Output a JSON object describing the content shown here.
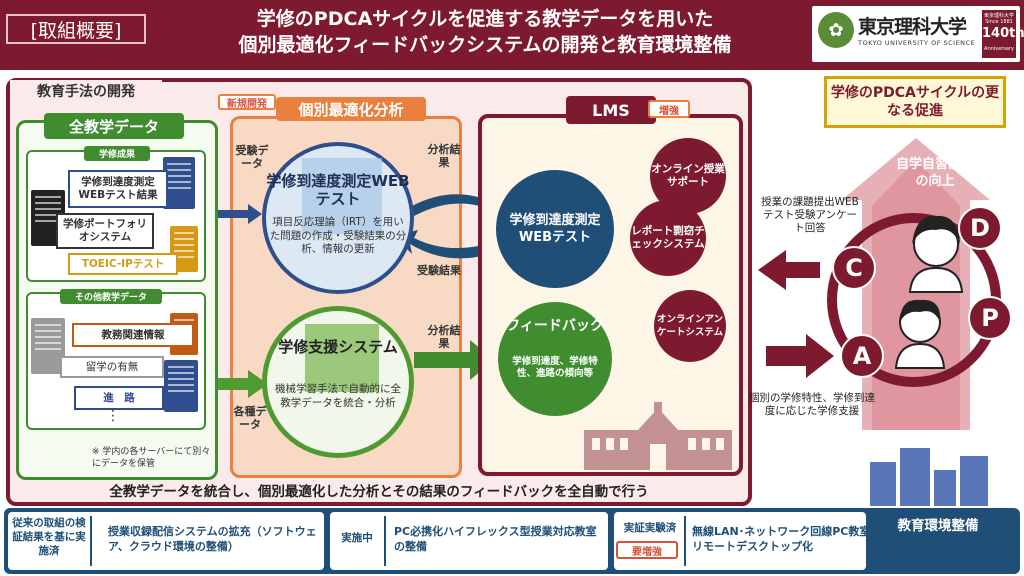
{
  "header": {
    "tag": "[取組概要]",
    "title_line1": "学修のPDCAサイクルを促進する教学データを用いた",
    "title_line2": "個別最適化フィードバックシステムの開発と教育環境整備",
    "logo_name": "東京理科大学",
    "logo_en": "TOKYO UNIVERSITY OF SCIENCE",
    "anniversary_sub": "東京理科大学 Since 1881",
    "anniversary_num": "140th",
    "anniversary_label": "Anniversary"
  },
  "method": {
    "title": "教育手法の開発",
    "all_data": {
      "title": "全教学データ",
      "outcome_label": "学修成果",
      "webtest_results": "学修到達度測定WEBテスト結果",
      "portfolio": "学修ポートフォリオシステム",
      "toeic": "TOEIC-IPテスト",
      "other_label": "その他教学データ",
      "academic_info": "教務関連情報",
      "study_abroad": "留学の有無",
      "career": "進　路",
      "dots": "⋮",
      "server_note": "※ 学内の各サーバーにて別々にデータを保管"
    },
    "analysis": {
      "title": "個別最適化分析",
      "new_badge": "新規開発",
      "webtest_title": "学修到達度測定WEBテスト",
      "webtest_desc": "項目反応理論（IRT）を用いた問題の作成・受験結果の分析、情報の更新",
      "support_title": "学修支援システム",
      "support_desc": "機械学習手法で自動的に全教学データを統合・分析",
      "label_exam_data": "受験データ",
      "label_analysis_result_1": "分析結果",
      "label_exam_result": "受験結果",
      "label_various_data": "各種データ",
      "label_analysis_result_2": "分析結果"
    },
    "lms": {
      "title": "LMS",
      "enhance_badge": "増強",
      "webtest": "学修到達度測定WEBテスト",
      "online_support": "オンライン授業サポート",
      "report": "レポート剽窃チェックシステム",
      "survey": "オンラインアンケートシステム",
      "feedback_title": "フィードバック",
      "feedback_desc": "学修到達度、学修特性、進路の傾向等"
    },
    "bottom_statement": "全教学データを統合し、個別最適化した分析とその結果のフィードバックを全自動で行う"
  },
  "pdca": {
    "title": "学修のPDCAサイクルの更なる促進",
    "self_study": "自学自習能力の向上",
    "letters": {
      "d": "D",
      "c": "C",
      "p": "P",
      "a": "A"
    },
    "side_text_top": "授業の課題提出WEBテスト受験アンケート回答",
    "side_text_bottom": "個別の学修特性、学修到達度に応じた学修支援",
    "env_title": "教育環境整備"
  },
  "bottom_bar": {
    "sec1_label": "従来の取組の検証結果を基に実施済",
    "sec1_text": "授業収録配信システムの拡充（ソフトウェア、クラウド環境の整備）",
    "sec2_label": "実施中",
    "sec2_text": "PC必携化ハイフレックス型授業対応教室の整備",
    "sec3_label": "実証実験済",
    "sec3_badge": "要増強",
    "sec3_text": "無線LAN･ネットワーク回線PC教室のリモートデスクトップ化"
  },
  "colors": {
    "maroon": "#7d1a2f",
    "green": "#3f8d2f",
    "orange": "#e9803e",
    "navy": "#1f4e76",
    "gold": "#d4a30a"
  }
}
